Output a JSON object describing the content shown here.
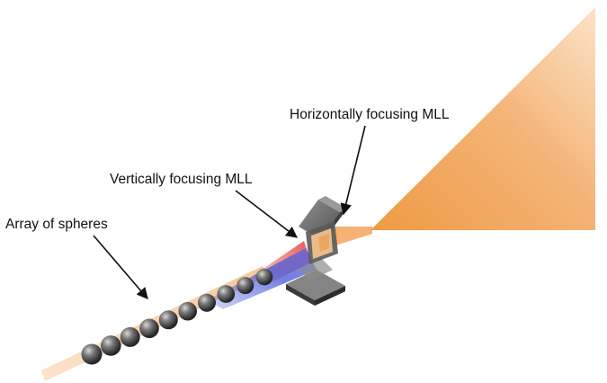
{
  "labels": {
    "horizontal_mll": "Horizontally focusing MLL",
    "vertical_mll": "Vertically focusing MLL",
    "spheres": "Array of spheres"
  },
  "sphere_count": 10,
  "colors": {
    "beam_light": "#f7c99a",
    "beam_mid": "#f3a45a",
    "beam_dark": "#ef9a44",
    "focus_red": "#e23b3b",
    "focus_blue": "#3b4fd6",
    "lens_gray": "#6f6f6f",
    "lens_dark": "#3d3d3d",
    "sphere": "#5a5a5a",
    "text": "#111111"
  }
}
